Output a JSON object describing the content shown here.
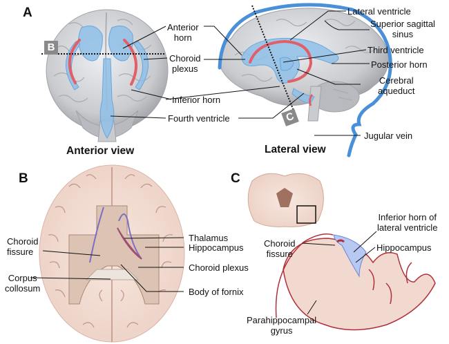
{
  "figure": {
    "panel_a": {
      "letter": "A",
      "anterior_caption": "Anterior view",
      "lateral_caption": "Lateral view",
      "section_marker_b": "B",
      "section_marker_c": "C",
      "labels": {
        "anterior_horn": [
          "Anterior",
          "horn"
        ],
        "choroid_plexus": [
          "Choroid",
          "plexus"
        ],
        "inferior_horn": "Inferior horn",
        "fourth_ventricle": "Fourth ventricle",
        "lateral_ventricle": "Lateral ventricle",
        "superior_sagittal_sinus": [
          "Superior sagittal",
          "sinus"
        ],
        "third_ventricle": "Third ventricle",
        "posterior_horn": "Posterior horn",
        "cerebral_aqueduct": [
          "Cerebral",
          "aqueduct"
        ],
        "jugular_vein": "Jugular vein"
      }
    },
    "panel_b": {
      "letter": "B",
      "labels": {
        "choroid_fissure": [
          "Choroid",
          "fissure"
        ],
        "corpus_collosum": [
          "Corpus",
          "collosum"
        ],
        "thalamus": "Thalamus",
        "hippocampus": "Hippocampus",
        "choroid_plexus": "Choroid plexus",
        "body_of_fornix": "Body of fornix"
      }
    },
    "panel_c": {
      "letter": "C",
      "labels": {
        "inferior_horn": [
          "Inferior horn of",
          "lateral ventricle"
        ],
        "choroid_fissure": [
          "Choroid",
          "fissure"
        ],
        "hippocampus": "Hippocampus",
        "parahippocampal_gyrus": [
          "Parahippocampal",
          "gyrus"
        ]
      }
    },
    "colors": {
      "brain_gray": "#c9cbcf",
      "ventricle_blue": "#8fbfe8",
      "vessel_blue": "#4a90d9",
      "choroid_red": "#e0606a",
      "tissue_pink": "#f1d9cf",
      "sulcus_dark": "#b08070",
      "outline_red": "#b0303a"
    }
  }
}
